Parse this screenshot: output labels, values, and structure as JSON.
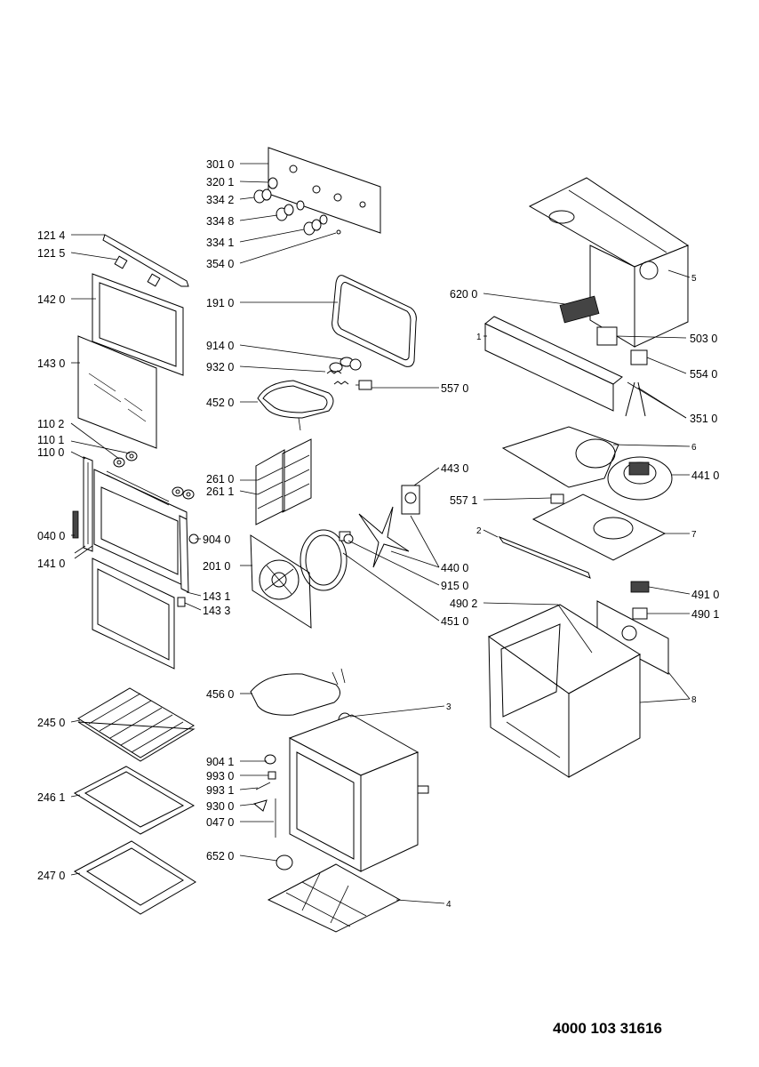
{
  "document_number": "4000 103 31616",
  "labels": {
    "p3010": "301 0",
    "p3201": "320 1",
    "p3342": "334 2",
    "p3348": "334 8",
    "p3341": "334 1",
    "p3540": "354 0",
    "p1214": "121 4",
    "p1215": "121 5",
    "p1420": "142 0",
    "p1910": "191 0",
    "p9140": "914 0",
    "p9320": "932 0",
    "p1430": "143 0",
    "p4520": "452 0",
    "p5570": "557 0",
    "p1102": "110 2",
    "p1101": "110 1",
    "p1100": "110 0",
    "p2610": "261 0",
    "p2611": "261 1",
    "p4430": "443 0",
    "p0400": "040 0",
    "p9040": "904 0",
    "p1410": "141 0",
    "p2010": "201 0",
    "p4400": "440 0",
    "p9150": "915 0",
    "p1431": "143 1",
    "p1433": "143 3",
    "p4510": "451 0",
    "p4560": "456 0",
    "p2450": "245 0",
    "p3": "3",
    "p9041": "904 1",
    "p9930": "993 0",
    "p9931": "993 1",
    "p2461": "246 1",
    "p9300": "930 0",
    "p0470": "047 0",
    "p6520": "652 0",
    "p2470": "247 0",
    "p4": "4",
    "p5": "5",
    "p6200": "620 0",
    "p1": "1",
    "p5030": "503 0",
    "p5540": "554 0",
    "p3510": "351 0",
    "p6": "6",
    "p4410": "441 0",
    "p5571": "557 1",
    "p2": "2",
    "p7": "7",
    "p4910": "491 0",
    "p4902": "490 2",
    "p4901": "490 1",
    "p8": "8"
  }
}
